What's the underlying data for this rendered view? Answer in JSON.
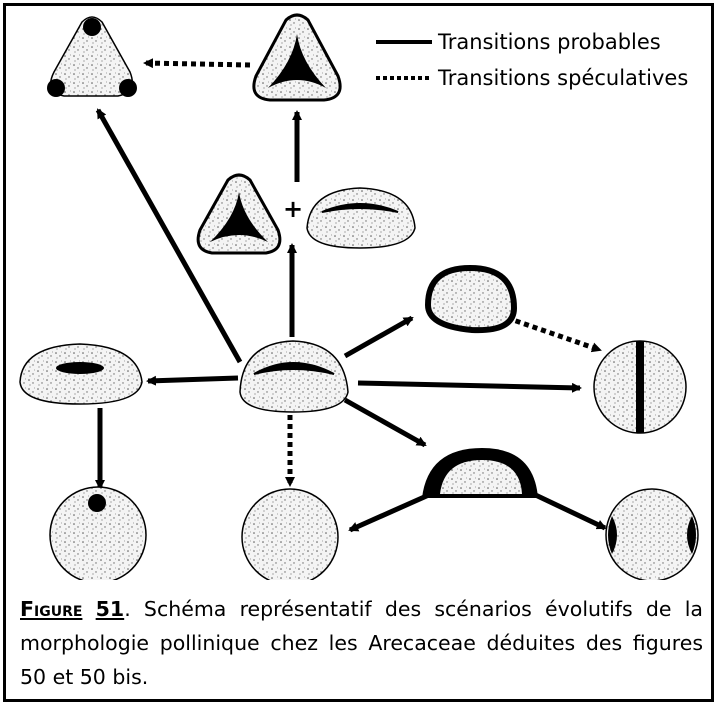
{
  "legend": {
    "probable": "Transitions probables",
    "speculative": "Transitions spéculatives"
  },
  "plus_sign": "+",
  "caption": {
    "label": "Figure",
    "number": "51",
    "text": ". Schéma représentatif des scénarios évolutifs de la morphologie pollinique chez les Arecaceae déduites des figures 50 et 50 bis."
  },
  "colors": {
    "ink": "#000000",
    "grain_fill": "#f2f2f2",
    "background": "#ffffff"
  }
}
